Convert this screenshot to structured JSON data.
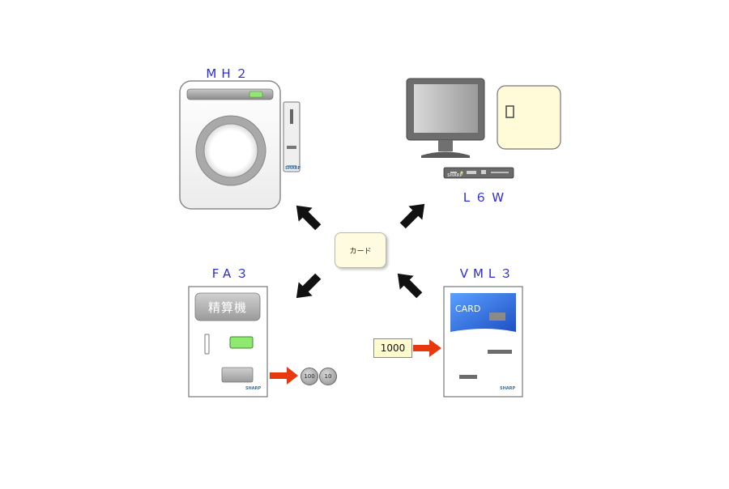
{
  "devices": {
    "mh2": {
      "label": "MH２"
    },
    "l6w": {
      "label": "L６W"
    },
    "fa3": {
      "label": "FA３",
      "screen_text": "精算機"
    },
    "vml3": {
      "label": "VML３",
      "card_text": "CARD"
    }
  },
  "center": {
    "label": "カード"
  },
  "money": {
    "bill": "1000",
    "coin_100": "100",
    "coin_10": "10"
  },
  "logo_text": "SHARP",
  "colors": {
    "label_text": "#2b2bd8",
    "arrow_black": "#111111",
    "arrow_red": "#e8380d",
    "card_blue": "#2b6fe0",
    "display_green": "#8fe870"
  }
}
